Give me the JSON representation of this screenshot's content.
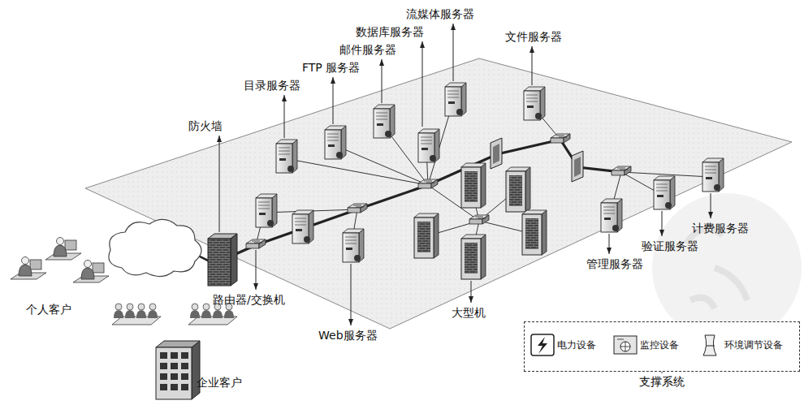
{
  "diagram": {
    "nodes": [
      {
        "text": [
          "支撑系统"
        ]
      },
      {
        "text": [
          "电力设备"
        ],
        "in": 0
      },
      {
        "text": [
          "监控设备"
        ],
        "in": 0
      },
      {
        "text": [
          "环境调节设备"
        ],
        "in": 0
      }
    ],
    "labels": [
      "流媒体服务器",
      "数据库服务器",
      "邮件服务器",
      "FTP 服务器",
      "目录服务器",
      "文件服务器",
      "防火墙",
      "计费服务器",
      "验证服务器",
      "管理服务器",
      "路由器/交换机",
      "Web服务器",
      "大型机",
      "个人客户",
      "企业客户"
    ]
  }
}
